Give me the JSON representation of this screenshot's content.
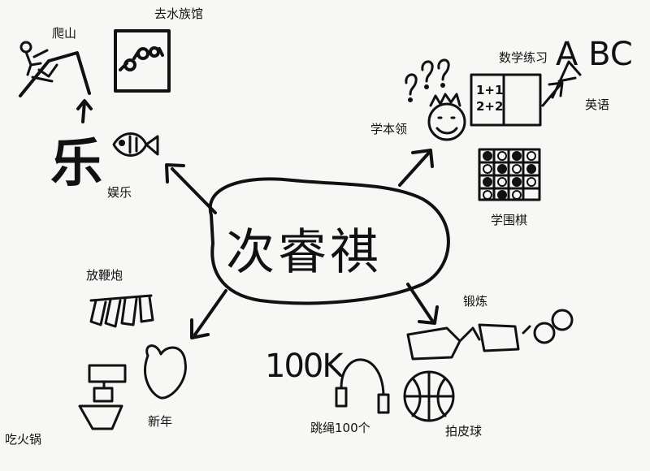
{
  "center": {
    "name": "次睿祺"
  },
  "branches": {
    "entertainment": {
      "label": "娱乐",
      "glyph": "乐",
      "items": [
        {
          "label": "爬山"
        },
        {
          "label": "去水族馆"
        }
      ]
    },
    "study": {
      "label": "学本领",
      "items": [
        {
          "label": "数学练习",
          "sum_top": "1+1",
          "sum_bottom": "2+2"
        },
        {
          "label": "英语",
          "letters": "A BC"
        },
        {
          "label": "学围棋"
        }
      ]
    },
    "exercise": {
      "label": "锻炼",
      "items": [
        {
          "label": "跳绳100个",
          "count_text": "100K"
        },
        {
          "label": "拍皮球"
        }
      ]
    },
    "new_year": {
      "label": "新年",
      "items": [
        {
          "label": "放鞭炮"
        },
        {
          "label": "吃火锅"
        }
      ]
    }
  }
}
